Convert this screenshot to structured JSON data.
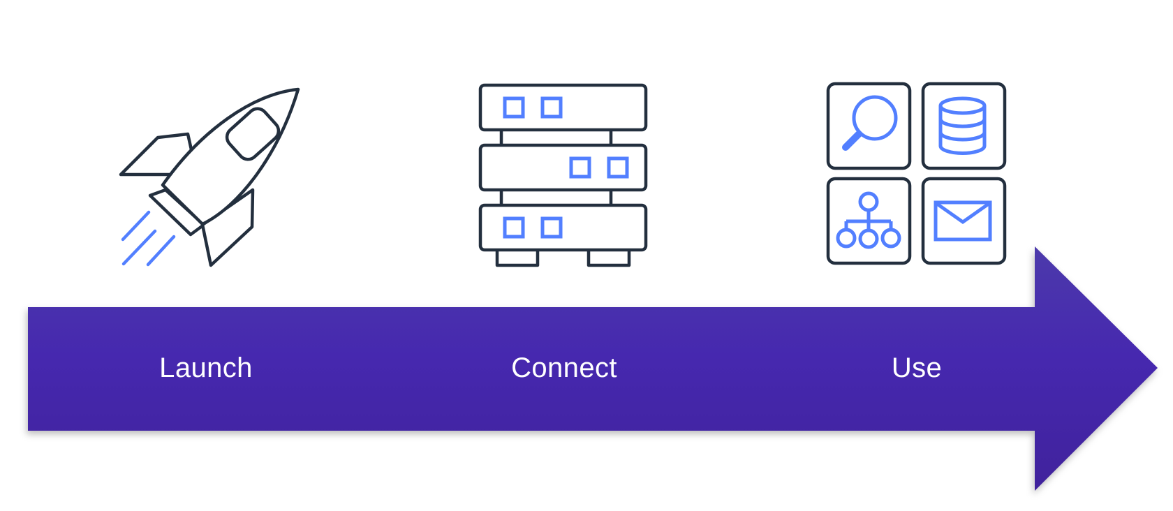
{
  "diagram": {
    "type": "process-flow-arrow",
    "direction": "left-to-right",
    "step_count": 3
  },
  "steps": [
    {
      "id": "launch",
      "label": "Launch",
      "icon": "rocket-icon"
    },
    {
      "id": "connect",
      "label": "Connect",
      "icon": "server-stack-icon"
    },
    {
      "id": "use",
      "label": "Use",
      "icon": "app-grid-icon",
      "sub_icons": [
        "magnifier-icon",
        "database-icon",
        "org-chart-icon",
        "envelope-icon"
      ]
    }
  ],
  "colors": {
    "outline": "#232f3e",
    "icon-blue": "#527fff",
    "arrow-top": "#4c3aab",
    "arrow-mid": "#4628af",
    "arrow-bottom": "#40229c",
    "label-text": "#ffffff",
    "background": "#ffffff"
  }
}
